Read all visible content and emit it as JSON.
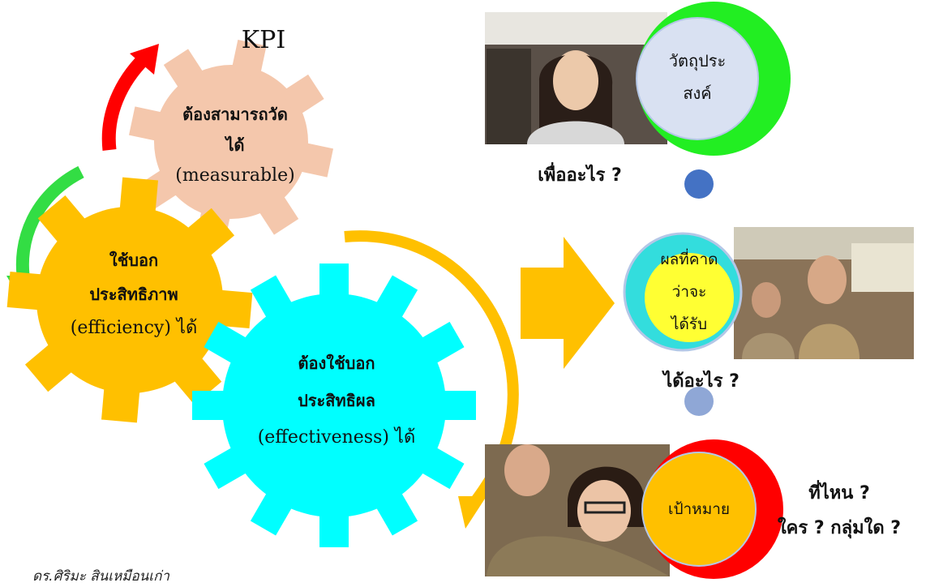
{
  "kpi": {
    "title": "KPI"
  },
  "gear_measurable": {
    "line1": "ต้องสามารถวัด",
    "line2": "ได้",
    "line3": "(measurable)"
  },
  "gear_efficiency": {
    "line1": "ใช้บอก",
    "line2": "ประสิทธิภาพ",
    "line3": "(efficiency) ได้"
  },
  "gear_effectiveness": {
    "line1": "ต้องใช้บอก",
    "line2": "ประสิทธิผล",
    "line3": "(effectiveness) ได้"
  },
  "objective": {
    "circle_line1": "วัตถุประ",
    "circle_line2": "สงค์",
    "question": "เพื่ออะไร ?"
  },
  "expected_result": {
    "circle_line1": "ผลที่คาด",
    "circle_line2": "ว่าจะ",
    "circle_line3": "ได้รับ",
    "question": "ได้อะไร ?"
  },
  "target": {
    "circle_label": "เป้าหมาย",
    "question_line1": "ที่ไหน ?",
    "question_line2": "ใคร ? กลุ่มใด ?"
  },
  "footer": {
    "credit": "ดร.ศิริมะ สินเหมือนเก่า"
  },
  "colors": {
    "gear_measurable": "#f4c7ac",
    "gear_efficiency": "#ffc000",
    "gear_effectiveness": "#00ffff",
    "arrow_red": "#ff0000",
    "arrow_green": "#33dd44",
    "arrow_gold": "#ffc000",
    "ring_green": "#22ee22",
    "ring_cyan": "#33dddd",
    "ring_red": "#ff0000",
    "inner_circle_light": "#d9e1f2",
    "inner_circle_yellow": "#ffff33",
    "inner_circle_gold": "#ffc000",
    "dot_blue": "#4472c4",
    "dot_light_blue": "#8fa7d6"
  }
}
